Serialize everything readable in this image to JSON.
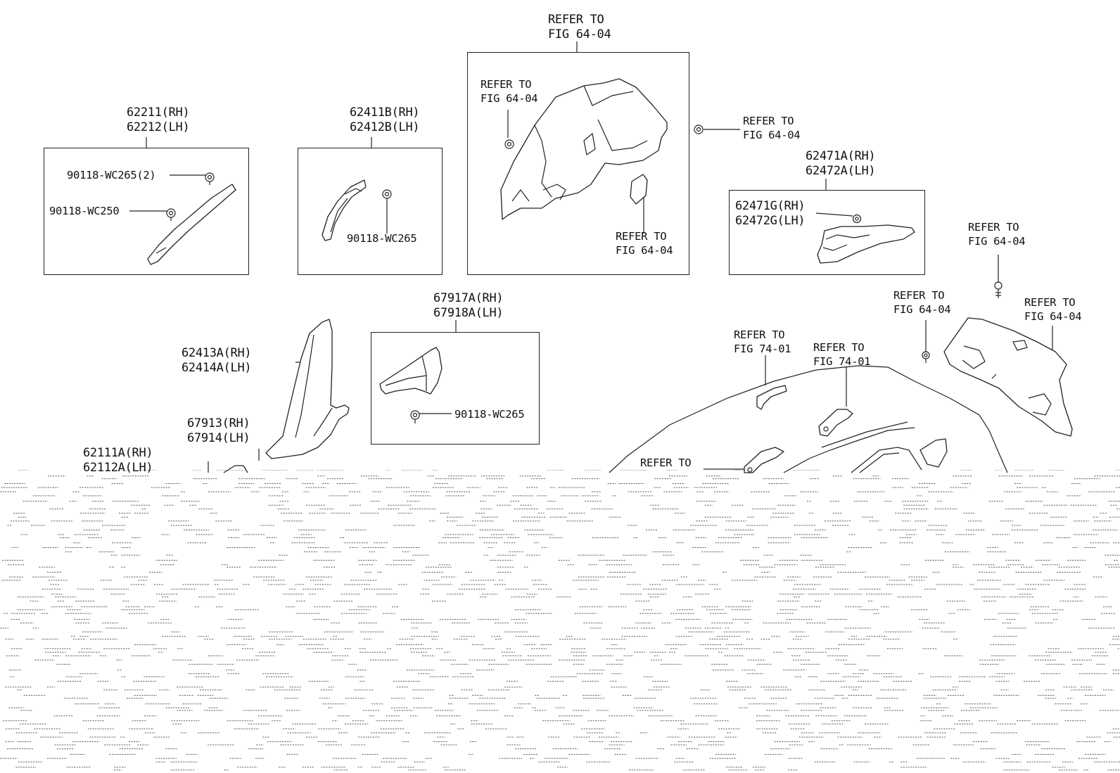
{
  "callouts": {
    "top_refer": [
      "REFER TO",
      "FIG 64-04"
    ],
    "p62211": [
      "62211(RH)",
      "62212(LH)"
    ],
    "p62411": [
      "62411B(RH)",
      "62412B(LH)"
    ],
    "p62471a": [
      "62471A(RH)",
      "62472A(LH)"
    ],
    "p62471g": [
      "62471G(RH)",
      "62472G(LH)"
    ],
    "p67917": [
      "67917A(RH)",
      "67918A(LH)"
    ],
    "p62413": [
      "62413A(RH)",
      "62414A(LH)"
    ],
    "p67913": [
      "67913(RH)",
      "67914(LH)"
    ],
    "p62111": [
      "62111A(RH)",
      "62112A(LH)"
    ],
    "fastener_wc265_2": "90118-WC265(2)",
    "fastener_wc250": "90118-WC250",
    "fastener_wc265_b": "90118-WC265",
    "fastener_wc265_c": "90118-WC265",
    "ref_inner_left": [
      "REFER TO",
      "FIG 64-04"
    ],
    "ref_inner_bottom": [
      "REFER TO",
      "FIG 64-04"
    ],
    "ref_right_mid": [
      "REFER TO",
      "FIG 64-04"
    ],
    "ref_far_right_top": [
      "REFER TO",
      "FIG 64-04"
    ],
    "ref_right_clip": [
      "REFER TO",
      "FIG 64-04"
    ],
    "ref_far_right_b": [
      "REFER TO",
      "FIG 64-04"
    ],
    "ref_grip_a": [
      "REFER TO",
      "FIG 74-01"
    ],
    "ref_grip_b": [
      "REFER TO",
      "FIG 74-01"
    ],
    "ref_grip_c": "REFER TO"
  }
}
